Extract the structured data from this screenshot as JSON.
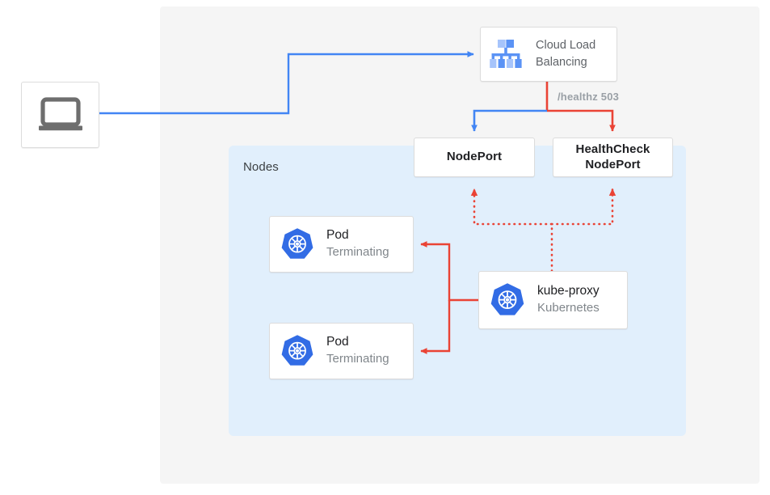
{
  "diagram": {
    "title": "Kubernetes NodePort health check with terminating pods",
    "colors": {
      "panel_background": "#f5f5f5",
      "nodes_region": "#e1effc",
      "traffic_blue": "#4285f4",
      "health_red": "#ea4335",
      "card_background": "#ffffff",
      "card_border": "#dcdcdc",
      "text_primary": "#202124",
      "text_secondary": "#5f6368",
      "text_muted": "#80868b",
      "kubernetes_blue": "#326ce5",
      "laptop_gray": "#6e6e6e"
    },
    "nodes_region": {
      "label": "Nodes"
    },
    "client": {
      "icon": "laptop-icon"
    },
    "load_balancer": {
      "icon": "cloud-load-balancing-icon",
      "label_line_1": "Cloud Load",
      "label_line_2": "Balancing"
    },
    "edges": {
      "healthz_label": "/healthz 503"
    },
    "nodeport": {
      "label": "NodePort"
    },
    "healthcheck_nodeport": {
      "label_line_1": "HealthCheck",
      "label_line_2": "NodePort"
    },
    "pods": [
      {
        "icon": "kubernetes-icon",
        "title": "Pod",
        "subtitle": "Terminating"
      },
      {
        "icon": "kubernetes-icon",
        "title": "Pod",
        "subtitle": "Terminating"
      }
    ],
    "kube_proxy": {
      "icon": "kubernetes-icon",
      "title": "kube-proxy",
      "subtitle": "Kubernetes"
    }
  }
}
